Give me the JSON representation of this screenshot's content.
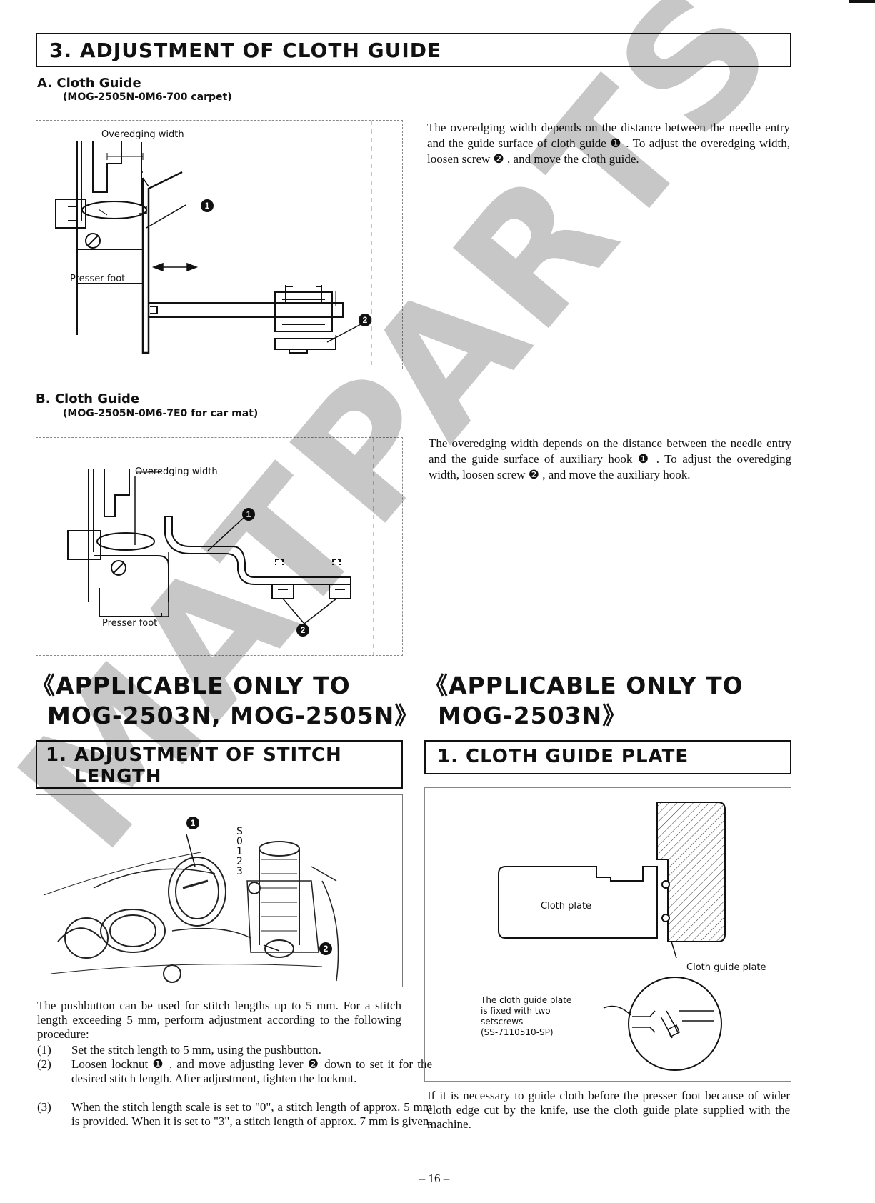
{
  "section3": {
    "title": "3. ADJUSTMENT OF CLOTH GUIDE"
  },
  "partA": {
    "heading": "A.  Cloth Guide",
    "subheading": "(MOG-2505N-0M6-700 carpet)",
    "fig_labels": {
      "width": "Overedging width",
      "foot": "Presser foot"
    },
    "paragraph": "The overedging width depends on the distance between the needle entry and the guide surface of cloth guide ❶ . To adjust the overedging width, loosen screw ❷ , and move the cloth guide."
  },
  "partB": {
    "heading": "B.  Cloth Guide",
    "subheading": "(MOG-2505N-0M6-7E0 for car mat)",
    "fig_labels": {
      "width": "Overedging width",
      "foot": "Presser foot"
    },
    "paragraph": "The overedging width depends on the distance between the needle entry and the guide surface of auxiliary hook ❶ . To adjust the overedging width, loosen screw ❷ , and move the auxiliary hook."
  },
  "left_col": {
    "applicable_line1": "《APPLICABLE ONLY TO",
    "applicable_line2": "MOG-2503N, MOG-2505N》",
    "box_title_line1": "1. ADJUSTMENT OF STITCH",
    "box_title_line2": "LENGTH",
    "scale_labels": [
      "S",
      "0",
      "1",
      "2",
      "3"
    ],
    "intro": "The pushbutton can be used for stitch lengths up to 5 mm. For a stitch length exceeding 5 mm, perform adjustment according to the following procedure:",
    "steps": [
      {
        "num": "(1)",
        "text": "Set the stitch length to 5 mm, using the pushbutton."
      },
      {
        "num": "(2)",
        "text": "Loosen locknut ❶ , and move adjusting lever ❷ down to set it for the desired stitch length. After adjustment, tighten the locknut."
      },
      {
        "num": "(3)",
        "text": "When the stitch length scale is set to \"0\", a stitch length of approx. 5 mm is provided. When it is set to \"3\", a stitch length of approx. 7 mm is given."
      }
    ]
  },
  "right_col": {
    "applicable_line1": "《APPLICABLE ONLY TO",
    "applicable_line2": "MOG-2503N》",
    "box_title": "1. CLOTH GUIDE PLATE",
    "fig_labels": {
      "cloth_plate": "Cloth plate",
      "guide_plate": "Cloth guide plate",
      "note_line1": "The cloth guide plate",
      "note_line2": "is fixed with two",
      "note_line3": "setscrews",
      "note_line4": "(SS-7110510-SP)"
    },
    "paragraph": "If it is necessary to guide cloth before the presser foot because of wider cloth edge cut by the knife, use the cloth guide plate supplied with the machine."
  },
  "callouts": {
    "one": "1",
    "two": "2"
  },
  "page_number": "– 16 –",
  "watermark": "MATPARTS"
}
